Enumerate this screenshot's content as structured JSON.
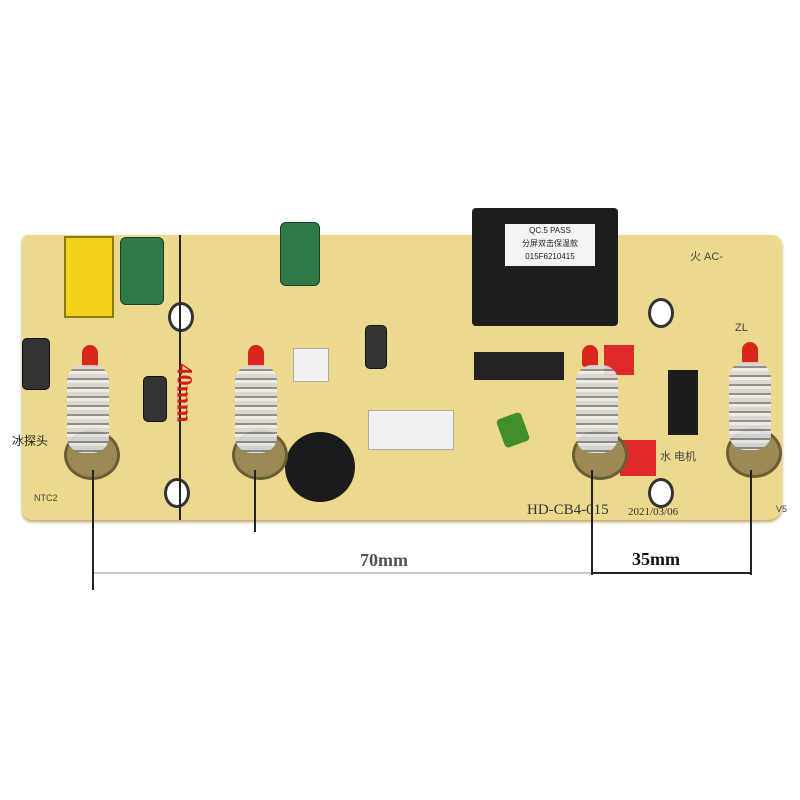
{
  "relay": {
    "line1": "QC.5   PASS",
    "line2": "分屏双击保温款",
    "line3": "015F6210415"
  },
  "dimensions": {
    "height": "40mm",
    "total_width": "70mm",
    "right_spacing": "35mm"
  },
  "silkscreen": {
    "model": "HD-CB4-015",
    "date": "2021/03/06",
    "ice_probe": "冰探头",
    "ntc": "NTC2",
    "version": "V5",
    "ac": "火 AC-",
    "zl": "ZL",
    "motor": "水 电机"
  },
  "colors": {
    "board": "#ecd98e",
    "dimension_label": "#d11a1a"
  }
}
